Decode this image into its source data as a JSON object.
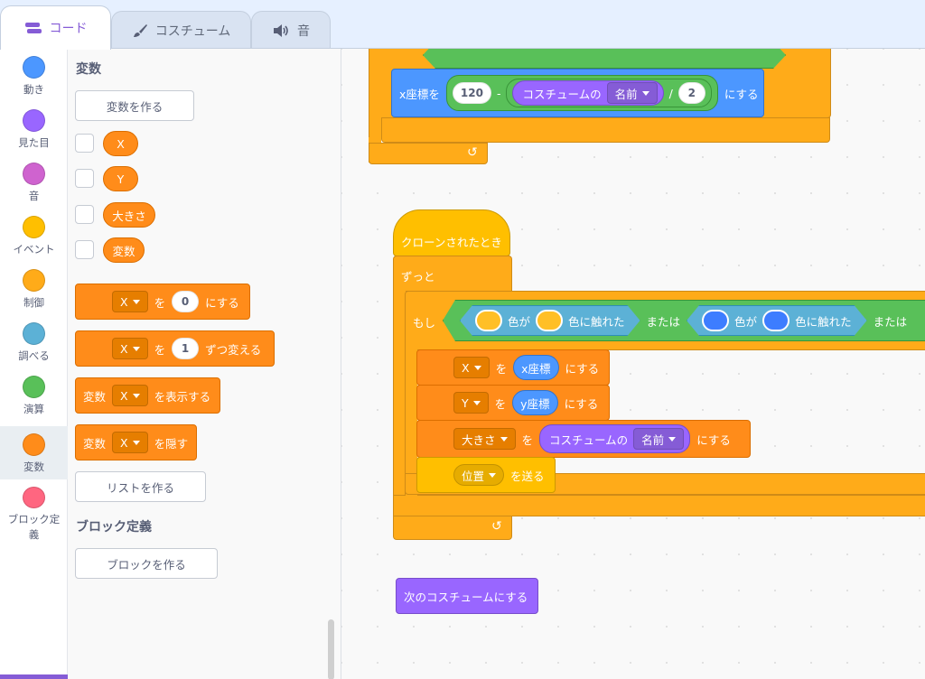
{
  "tabs": [
    {
      "label": "コード",
      "icon": "code-icon"
    },
    {
      "label": "コスチューム",
      "icon": "brush-icon"
    },
    {
      "label": "音",
      "icon": "speaker-icon"
    }
  ],
  "categories": [
    {
      "label": "動き",
      "color": "#4c97ff"
    },
    {
      "label": "見た目",
      "color": "#9966ff"
    },
    {
      "label": "音",
      "color": "#cf63cf"
    },
    {
      "label": "イベント",
      "color": "#ffbf00"
    },
    {
      "label": "制御",
      "color": "#ffab19"
    },
    {
      "label": "調べる",
      "color": "#5cb1d6"
    },
    {
      "label": "演算",
      "color": "#59c059"
    },
    {
      "label": "変数",
      "color": "#ff8c1a"
    },
    {
      "label": "ブロック定義",
      "color": "#ff6680"
    }
  ],
  "flyout": {
    "variables_heading": "変数",
    "make_variable_button": "変数を作る",
    "variables": [
      "X",
      "Y",
      "大きさ",
      "変数"
    ],
    "set_block": {
      "var": "X",
      "mid": "を",
      "value": "0",
      "end": "にする"
    },
    "change_block": {
      "var": "X",
      "mid": "を",
      "value": "1",
      "end": "ずつ変える"
    },
    "show_block": {
      "pre": "変数",
      "var": "X",
      "end": "を表示する"
    },
    "hide_block": {
      "pre": "変数",
      "var": "X",
      "end": "を隠す"
    },
    "make_list_button": "リストを作る",
    "my_blocks_heading": "ブロック定義",
    "make_block_button": "ブロックを作る"
  },
  "script": {
    "setx": {
      "pre": "x座標を",
      "num": "120",
      "minus": "-",
      "costume": "コスチュームの",
      "costume_dd": "名前",
      "div": "/",
      "divnum": "2",
      "end": "にする"
    },
    "hat": "クローンされたとき",
    "forever": "ずっと",
    "if": {
      "label": "もし",
      "touch1": {
        "mid": "色が",
        "end": "色に触れた"
      },
      "or1": "または",
      "touch2": {
        "mid": "色が",
        "end": "色に触れた"
      },
      "or2": "または"
    },
    "set_x": {
      "var": "X",
      "mid": "を",
      "reporter": "x座標",
      "end": "にする"
    },
    "set_y": {
      "var": "Y",
      "mid": "を",
      "reporter": "y座標",
      "end": "にする"
    },
    "set_size": {
      "var": "大きさ",
      "mid": "を",
      "costume": "コスチュームの",
      "costume_dd": "名前",
      "end": "にする"
    },
    "broadcast": {
      "msg": "位置",
      "end": "を送る"
    },
    "next_costume": "次のコスチュームにする"
  },
  "colors": {
    "touch1_color": "#ffbf26",
    "touch2_color": "#3d7dff"
  }
}
